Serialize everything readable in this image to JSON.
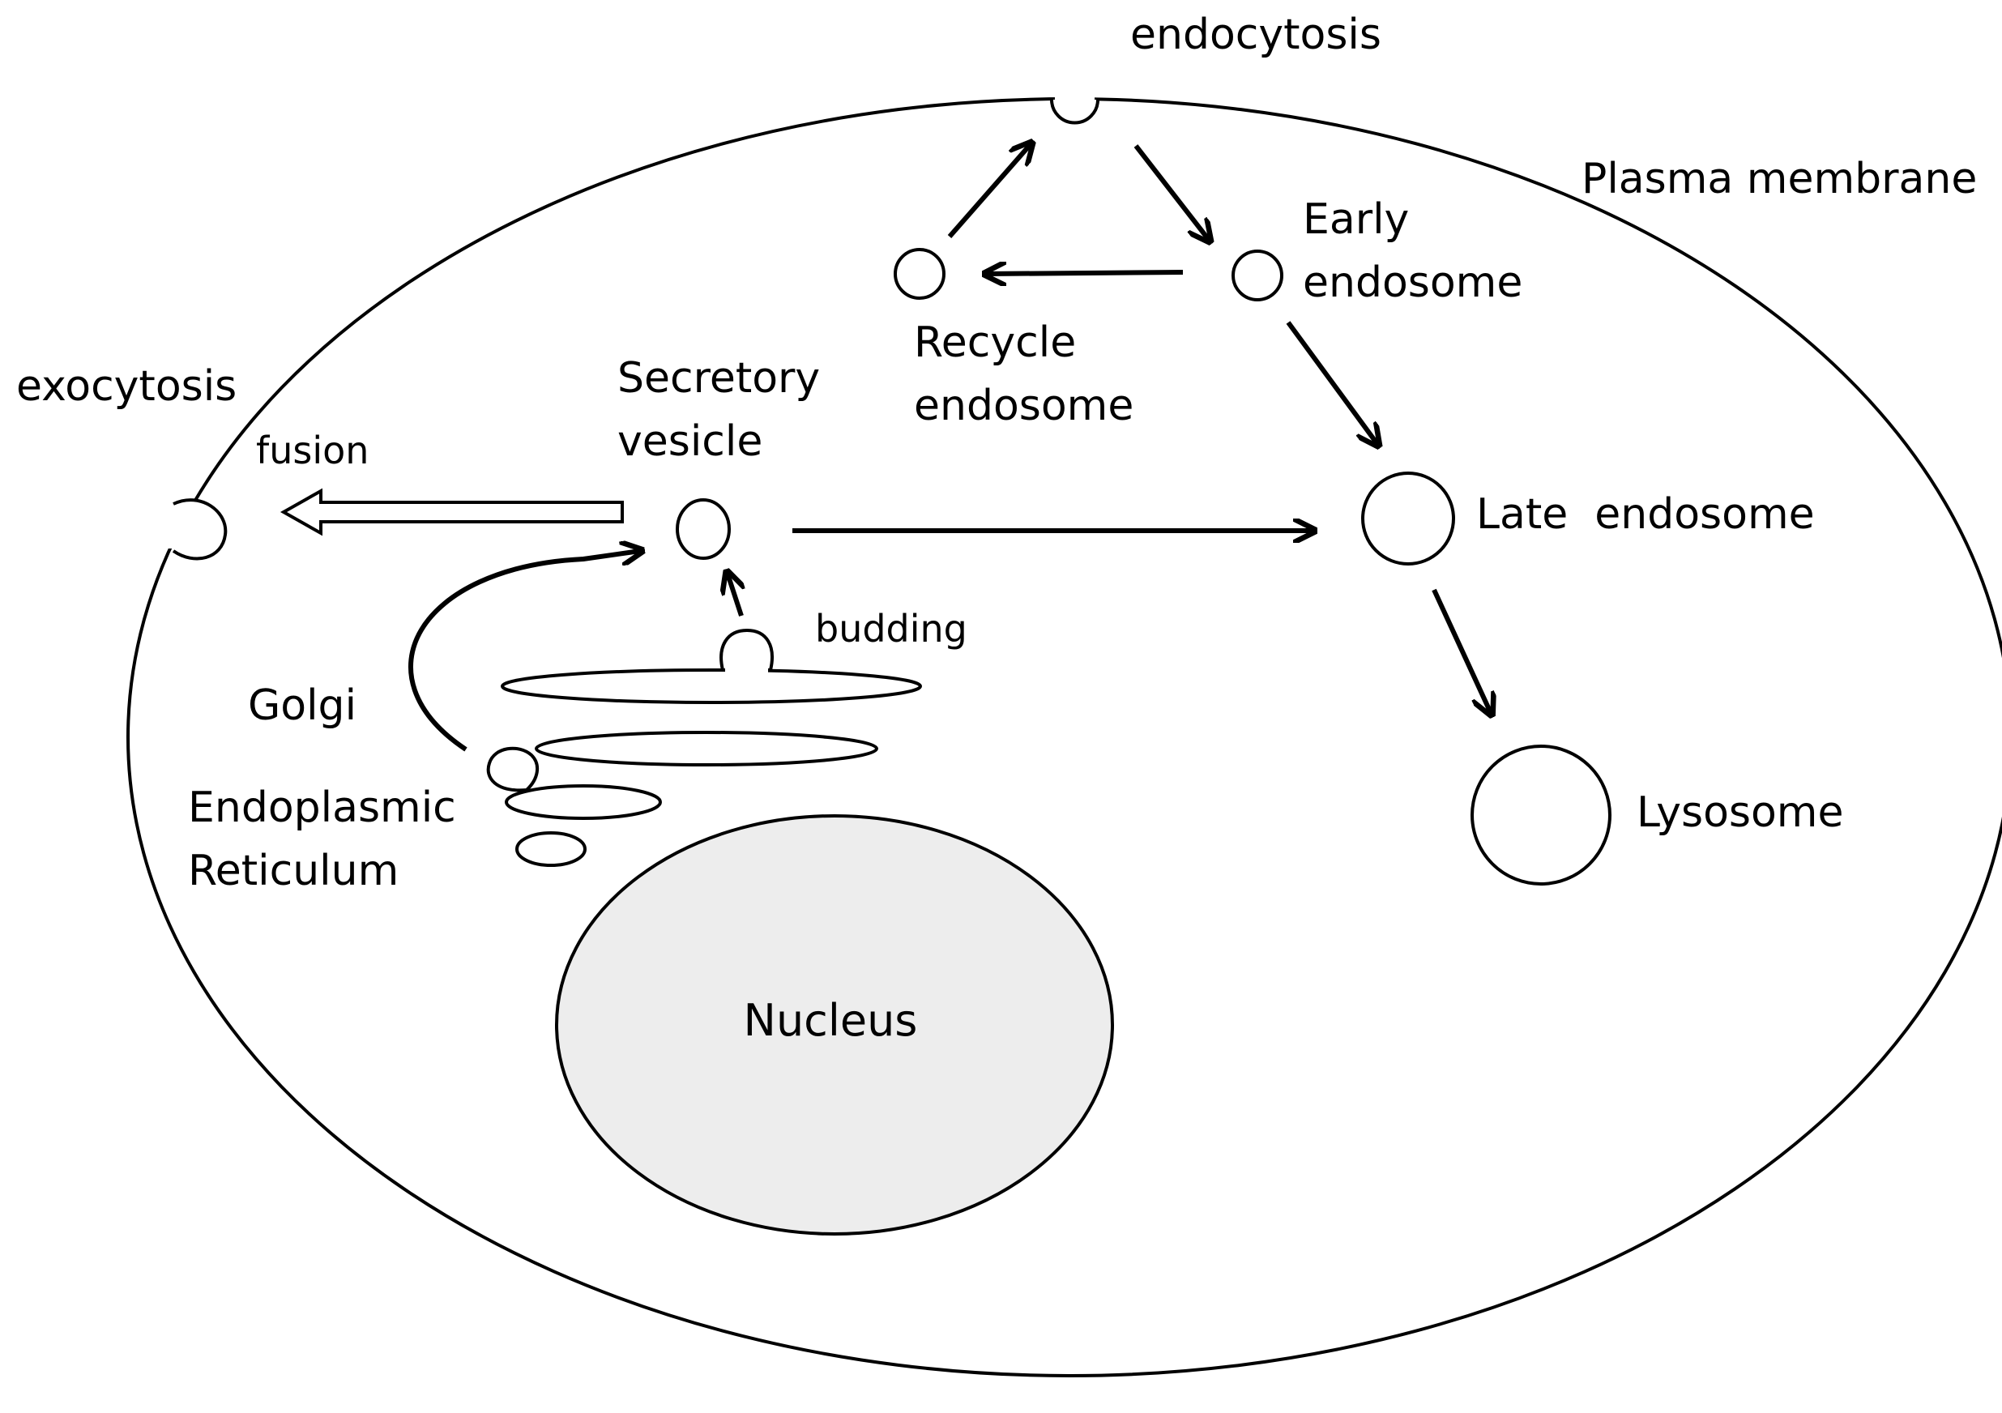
{
  "labels": {
    "endocytosis": "endocytosis",
    "plasma_membrane": "Plasma membrane",
    "early_endosome_1": "Early",
    "early_endosome_2": "endosome",
    "recycle_endosome_1": "Recycle",
    "recycle_endosome_2": "endosome",
    "exocytosis": "exocytosis",
    "secretory_vesicle_1": "Secretory",
    "secretory_vesicle_2": "vesicle",
    "fusion": "fusion",
    "late_endosome": "Late  endosome",
    "budding": "budding",
    "golgi": "Golgi",
    "er_1": "Endoplasmic",
    "er_2": "Reticulum",
    "lysosome": "Lysosome",
    "nucleus": "Nucleus"
  },
  "colors": {
    "stroke": "#000000",
    "nucleus_fill": "#ededed",
    "background": "#ffffff"
  }
}
